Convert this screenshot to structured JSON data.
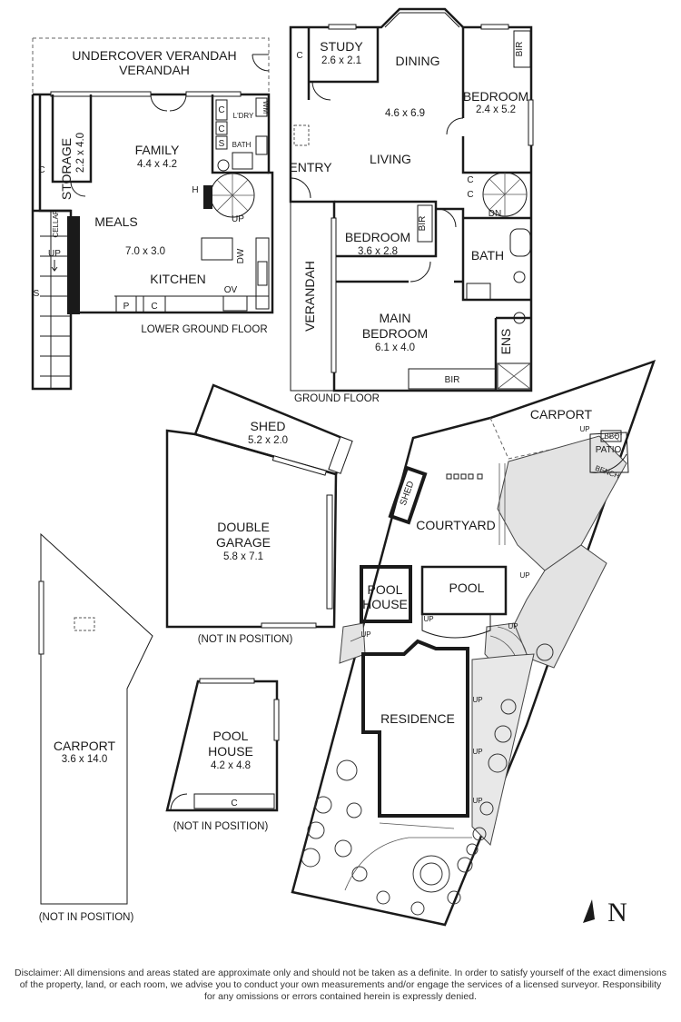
{
  "lower_ground_floor": {
    "title": "LOWER GROUND FLOOR",
    "rooms": {
      "verandah": "UNDERCOVER VERANDAH",
      "storage": {
        "name": "STORAGE",
        "dim": "2.2 x 4.0"
      },
      "family": {
        "name": "FAMILY",
        "dim": "4.4 x 4.2"
      },
      "meals": {
        "name": "MEALS",
        "dim": "7.0 x 3.0"
      },
      "kitchen": "KITCHEN",
      "cellar": "CELLAR",
      "ldry": "L'DRY",
      "bath": "BATH"
    },
    "marks": {
      "c": "C",
      "p": "P",
      "wm": "WM",
      "h": "H",
      "up": "UP",
      "dw": "DW",
      "ov": "OV",
      "s": "S"
    }
  },
  "ground_floor": {
    "title": "GROUND FLOOR",
    "rooms": {
      "study": {
        "name": "STUDY",
        "dim": "2.6 x 2.1"
      },
      "dining": "DINING",
      "living_dim": "4.6 x 6.9",
      "living": "LIVING",
      "bedroom1": {
        "name": "BEDROOM",
        "dim": "2.4 x 5.2"
      },
      "bedroom2": {
        "name": "BEDROOM",
        "dim": "3.6 x 2.8"
      },
      "main_bedroom": {
        "name1": "MAIN",
        "name2": "BEDROOM",
        "dim": "6.1 x 4.0"
      },
      "entry": "ENTRY",
      "verandah": "VERANDAH",
      "bath": "BATH",
      "ens": "ENS"
    },
    "marks": {
      "bir": "BIR",
      "c": "C",
      "dn": "DN"
    }
  },
  "outbuildings": {
    "shed": {
      "name": "SHED",
      "dim": "5.2 x 2.0"
    },
    "garage": {
      "name1": "DOUBLE",
      "name2": "GARAGE",
      "dim": "5.8 x 7.1",
      "note": "(NOT IN POSITION)"
    },
    "pool_house": {
      "name1": "POOL",
      "name2": "HOUSE",
      "dim": "4.2 x 4.8",
      "c": "C",
      "note": "(NOT IN POSITION)"
    },
    "carport": {
      "name": "CARPORT",
      "dim": "3.6 x 14.0",
      "note": "(NOT IN POSITION)"
    }
  },
  "site": {
    "carport": "CARPORT",
    "bbq": "BBQ",
    "patio": "PATIO",
    "bench": "BENCH",
    "shed": "SHED",
    "courtyard": "COURTYARD",
    "pool_house1": "POOL",
    "pool_house2": "HOUSE",
    "pool": "POOL",
    "residence": "RESIDENCE",
    "up": "UP",
    "north": "N"
  },
  "disclaimer": {
    "line1": "Disclaimer: All dimensions and areas stated are approximate only and should not be taken as a definite. In order to satisfy yourself of the exact dimensions",
    "line2": "of the property, land, or each room, we advise you to conduct your own measurements and/or engage the services of a licensed surveyor. Responsibility",
    "line3": "for any omissions or errors contained herein is expressly denied."
  }
}
